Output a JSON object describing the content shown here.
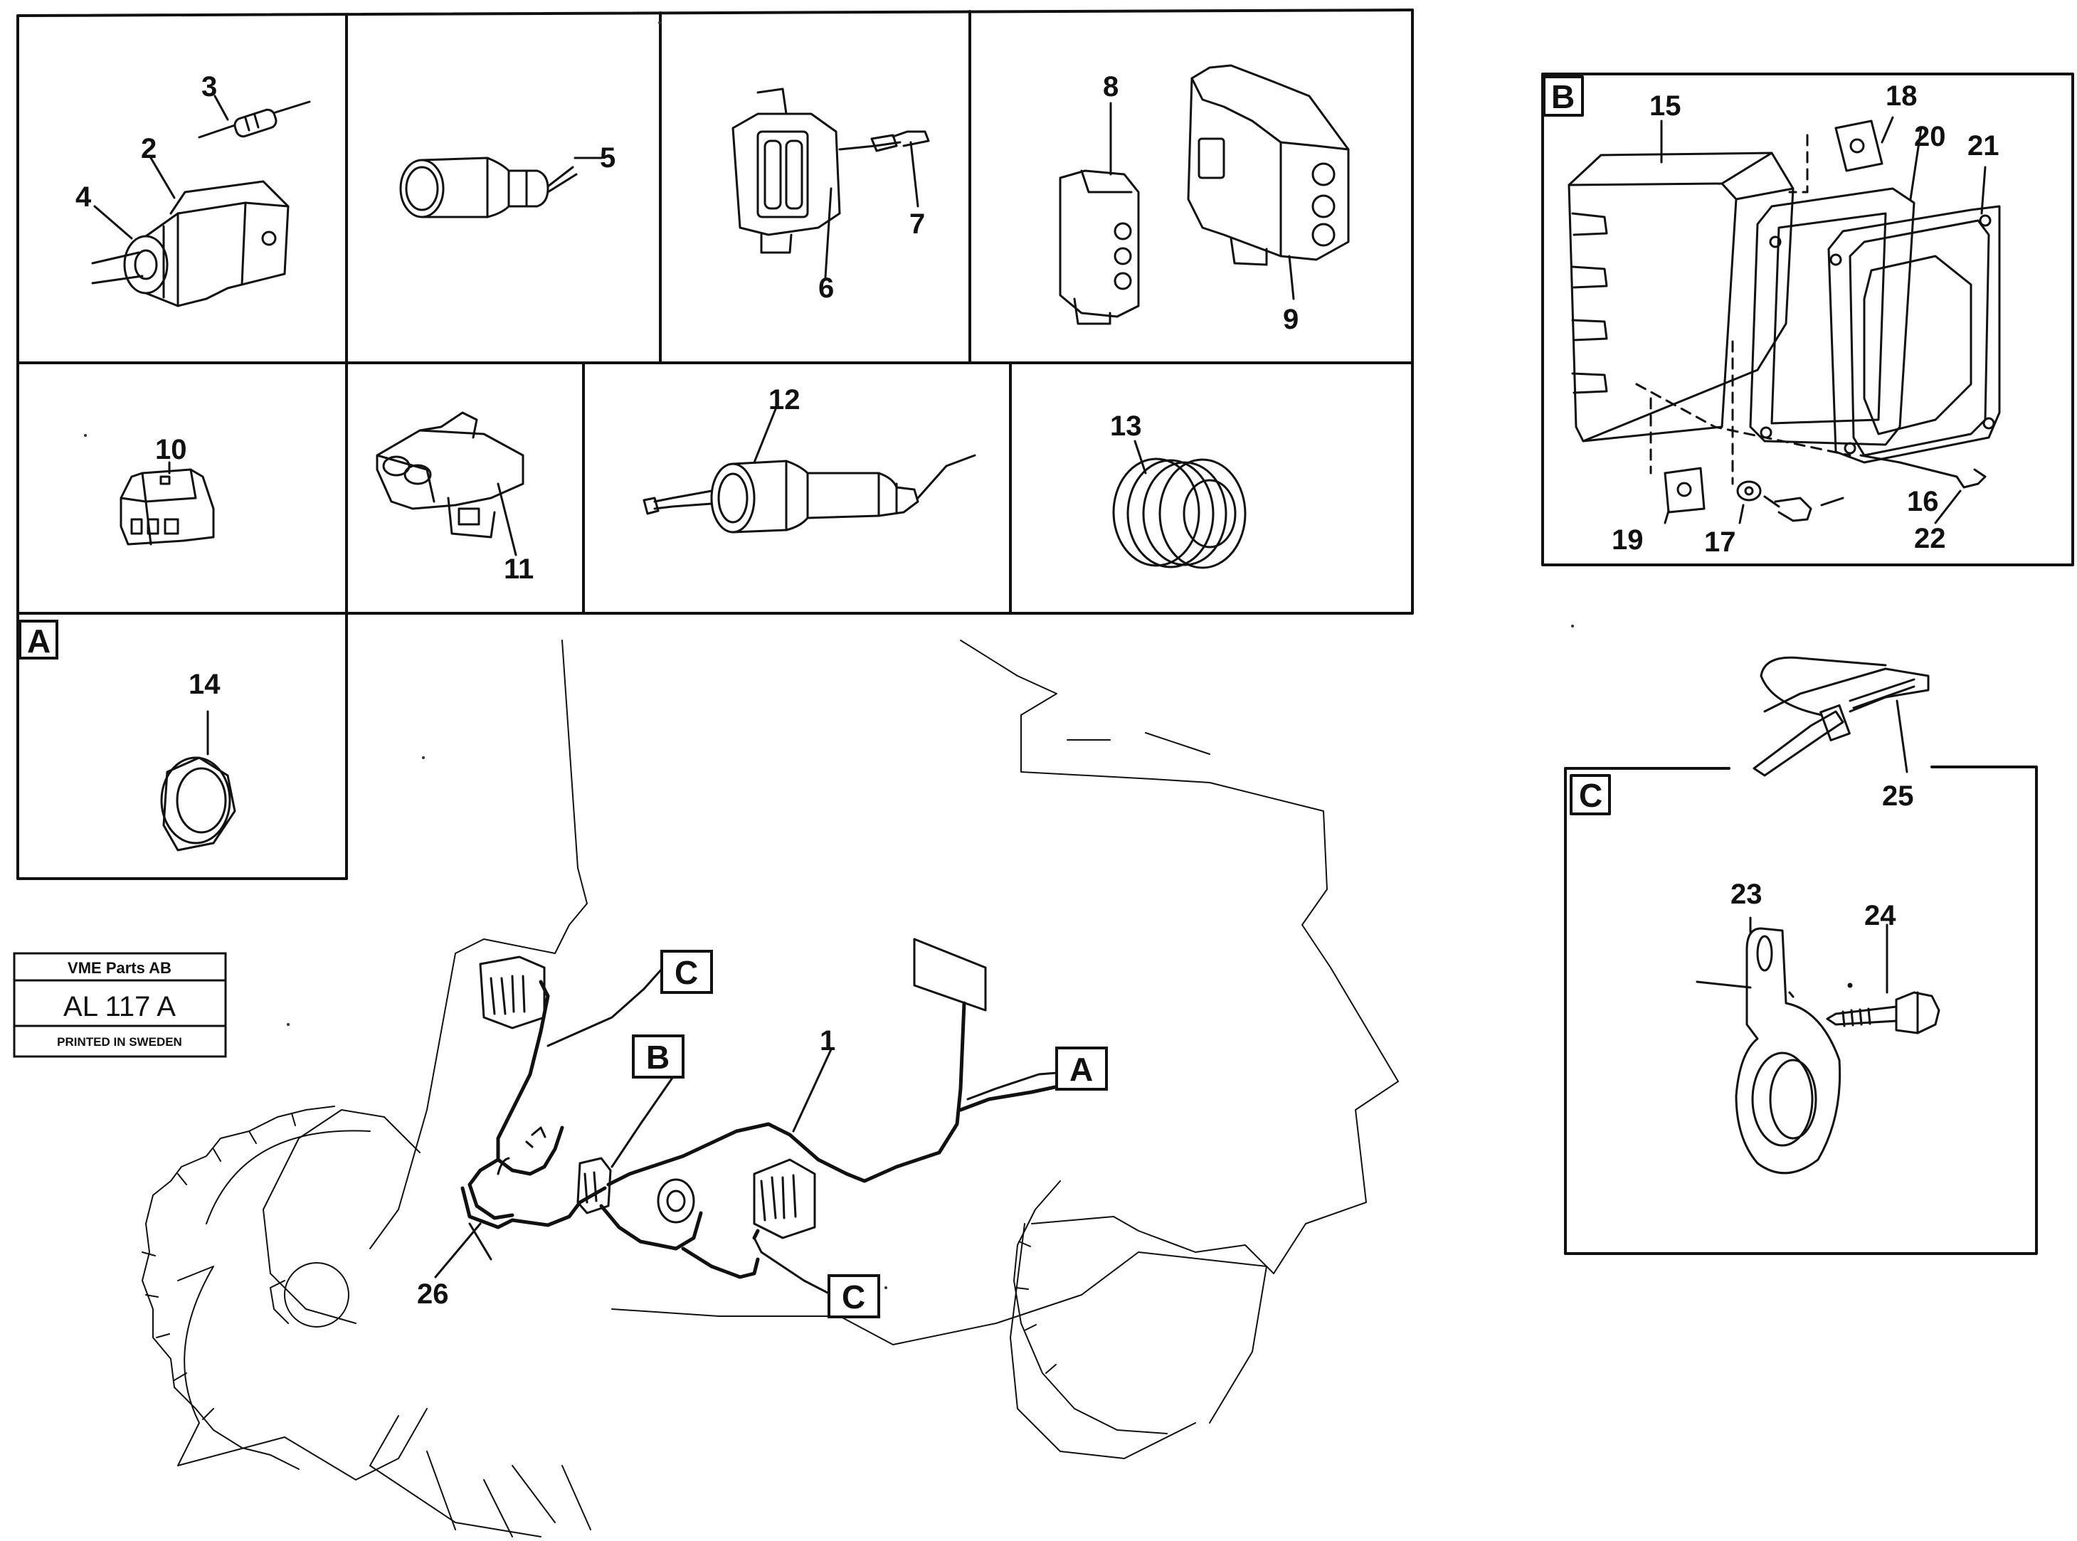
{
  "stamp": {
    "company": "VME Parts AB",
    "number": "AL 117 A",
    "printed": "PRINTED IN SWEDEN"
  },
  "parts": [
    {
      "id": "p1",
      "label": "1"
    },
    {
      "id": "p2",
      "label": "2"
    },
    {
      "id": "p3",
      "label": "3"
    },
    {
      "id": "p4",
      "label": "4"
    },
    {
      "id": "p5",
      "label": "5"
    },
    {
      "id": "p6",
      "label": "6"
    },
    {
      "id": "p7",
      "label": "7"
    },
    {
      "id": "p8",
      "label": "8"
    },
    {
      "id": "p9",
      "label": "9"
    },
    {
      "id": "p10",
      "label": "10"
    },
    {
      "id": "p11",
      "label": "11"
    },
    {
      "id": "p12",
      "label": "12"
    },
    {
      "id": "p13",
      "label": "13"
    },
    {
      "id": "p14",
      "label": "14"
    },
    {
      "id": "p15",
      "label": "15"
    },
    {
      "id": "p16",
      "label": "16"
    },
    {
      "id": "p17",
      "label": "17"
    },
    {
      "id": "p18",
      "label": "18"
    },
    {
      "id": "p19",
      "label": "19"
    },
    {
      "id": "p20",
      "label": "20"
    },
    {
      "id": "p21",
      "label": "21"
    },
    {
      "id": "p22",
      "label": "22"
    },
    {
      "id": "p23",
      "label": "23"
    },
    {
      "id": "p24",
      "label": "24"
    },
    {
      "id": "p25",
      "label": "25"
    },
    {
      "id": "p26",
      "label": "26"
    }
  ],
  "detail_views": {
    "a": "A",
    "b": "B",
    "c": "C"
  }
}
